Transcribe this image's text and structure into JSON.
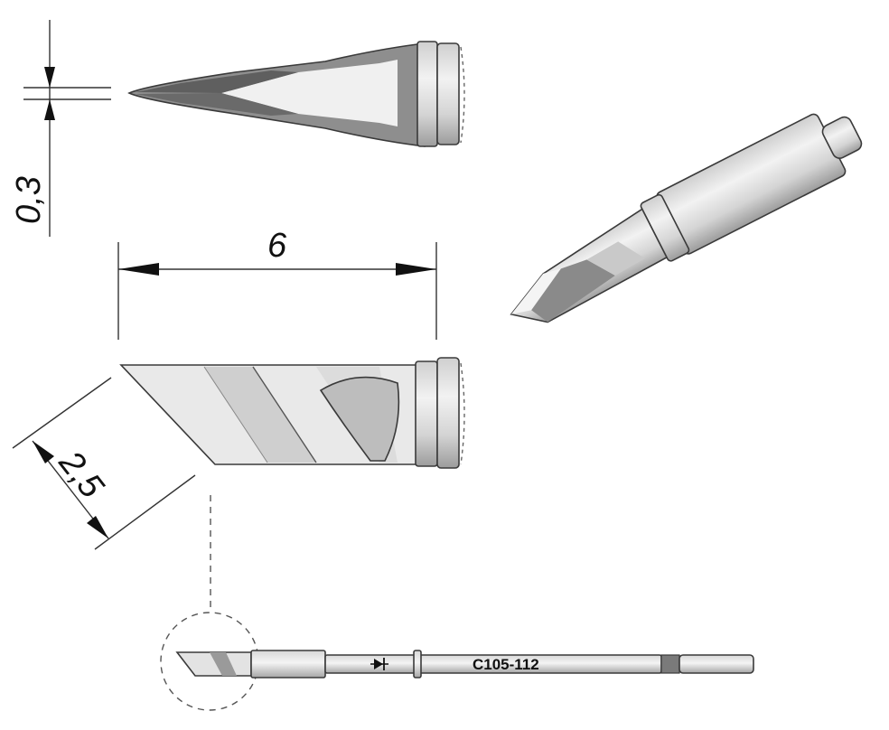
{
  "dimensions": {
    "thickness": "0,3",
    "length": "6",
    "width": "2,5"
  },
  "part_number": "C105-112",
  "colors": {
    "metal_light": "#e6e6e6",
    "metal_mid": "#bdbdbd",
    "metal_dark": "#6e6e6e",
    "outline": "#3a3a3a",
    "lines": "#333333"
  }
}
